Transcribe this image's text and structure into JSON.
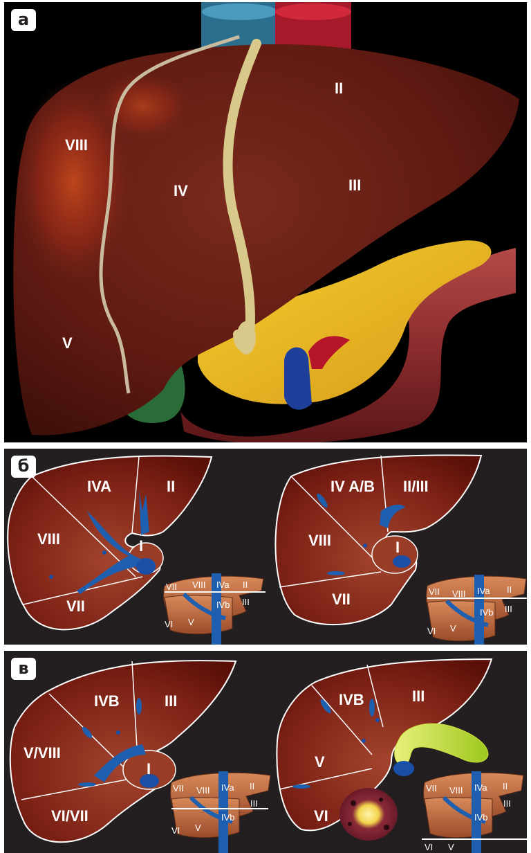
{
  "panel_a": {
    "tag": "а",
    "labels": {
      "s2": "II",
      "s3": "III",
      "s4": "IV",
      "s5": "V",
      "s8": "VIII"
    }
  },
  "panel_b": {
    "tag": "б",
    "left": {
      "s4": "IVA",
      "s2": "II",
      "s8": "VIII",
      "s1": "I",
      "s7": "VII"
    },
    "right": {
      "s4": "IV A/B",
      "s2": "II/III",
      "s8": "VIII",
      "s1": "I",
      "s7": "VII"
    }
  },
  "panel_c": {
    "tag": "в",
    "left": {
      "s4": "IVB",
      "s3": "III",
      "s58": "V/VIII",
      "s1": "I",
      "s67": "VI/VII"
    },
    "right": {
      "s4": "IVB",
      "s3": "III",
      "s5": "V",
      "s6": "VI"
    }
  },
  "inset": {
    "vii": "VII",
    "viii": "VIII",
    "iva": "IVa",
    "ii": "II",
    "iii": "III",
    "ivb": "IVb",
    "vi": "VI",
    "v": "V"
  }
}
